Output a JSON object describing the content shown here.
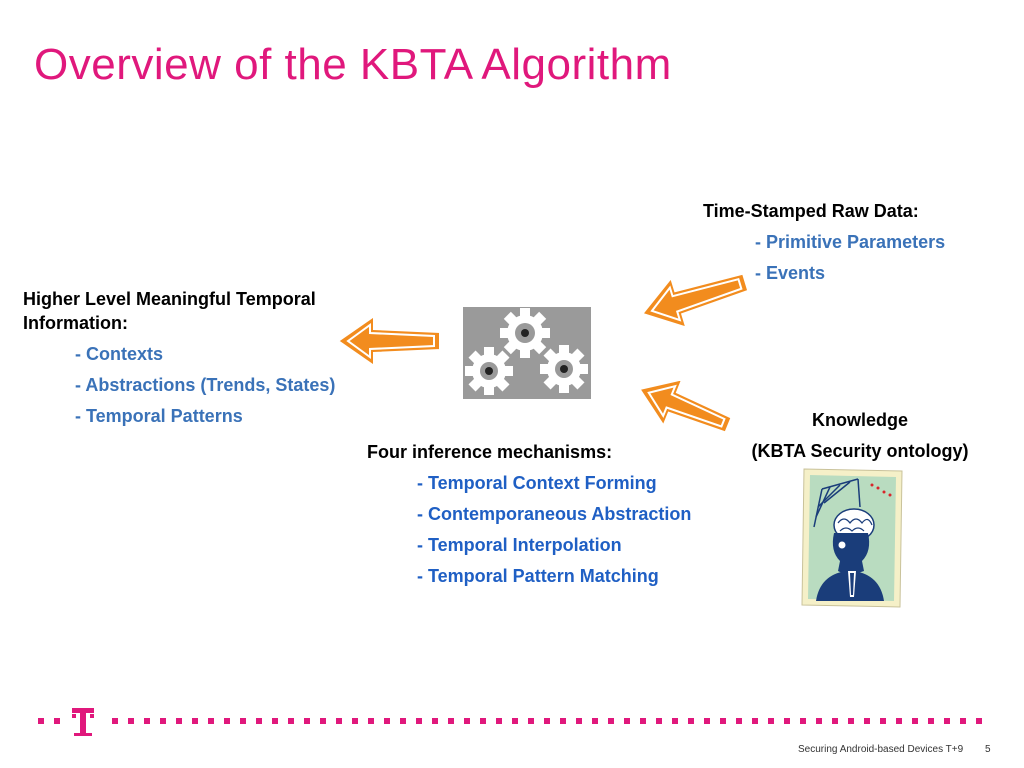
{
  "slide": {
    "title": "Overview of the KBTA Algorithm",
    "page_number": "5",
    "footer_text": "Securing Android-based Devices T+9"
  },
  "raw_data": {
    "heading": "Time-Stamped Raw Data:",
    "items": [
      "- Primitive Parameters",
      "- Events"
    ]
  },
  "higher_level": {
    "heading": "Higher Level Meaningful Temporal Information:",
    "items": [
      "- Contexts",
      "- Abstractions (Trends, States)",
      "- Temporal Patterns"
    ]
  },
  "inference": {
    "heading": "Four inference mechanisms:",
    "items": [
      "- Temporal Context Forming",
      "- Contemporaneous Abstraction",
      "- Temporal Interpolation",
      "- Temporal Pattern Matching"
    ]
  },
  "knowledge": {
    "heading": "Knowledge",
    "subheading": "(KBTA Security ontology)"
  },
  "colors": {
    "title": "#e0187c",
    "subitem_light": "#3a72b8",
    "subitem_blue": "#1f5fc4",
    "arrow_fill": "#f28c1e",
    "gear_bg": "#9a9a9a",
    "logo_magenta": "#e0187c"
  },
  "icons": {
    "arrows": "orange-arrow-icon",
    "gears": "gears-icon",
    "knowledge_image": "brain-head-clipart",
    "logo": "telekom-t-logo"
  }
}
